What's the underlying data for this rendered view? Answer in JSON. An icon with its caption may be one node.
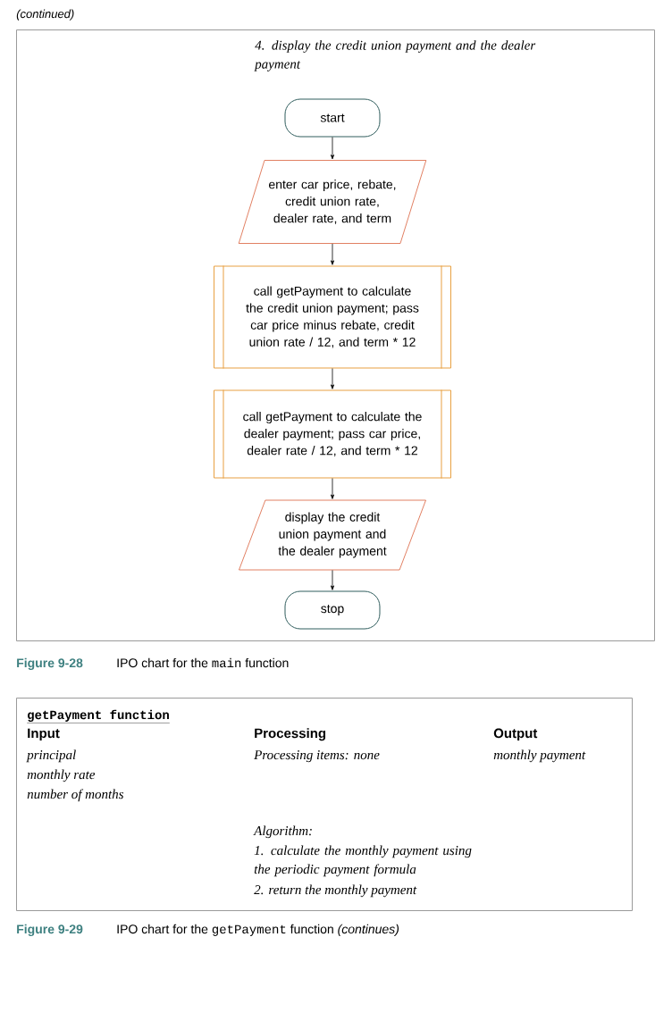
{
  "diagram": {
    "nodes": [
      {
        "text": [
          "4. display the credit union payment and the dealer payment"
        ]
      },
      {
        "text": [
          "start"
        ],
        "in": 0
      },
      {
        "text": [
          "enter car price, rebate, credit union rate, dealer rate, and term"
        ],
        "in": 0
      },
      {
        "text": [
          "call getPayment to calculate the credit union payment; pass car price minus rebate, credit union rate / 12, and term * 12"
        ],
        "in": 0
      },
      {
        "text": [
          "call getPayment to calculate the dealer payment; pass car price, dealer rate / 12, and term * 12"
        ],
        "in": 0
      },
      {
        "text": [
          "display the credit union payment and the dealer payment"
        ],
        "in": 0
      },
      {
        "text": [
          "stop"
        ],
        "in": 0
      },
      {
        "text": [
          "getPayment function",
          "Input",
          "principal",
          "monthly rate",
          "number of months",
          "Processing",
          "Processing items:  none",
          "Algorithm:",
          "1. calculate the monthly payment using the periodic payment formula",
          "2. return the monthly payment",
          "Output",
          "monthly payment"
        ]
      }
    ],
    "edges": [
      {
        "from": 1,
        "to": 2,
        "arrow": "to"
      },
      {
        "from": 2,
        "to": 3,
        "arrow": "to"
      },
      {
        "from": 3,
        "to": 4,
        "arrow": "to"
      },
      {
        "from": 4,
        "to": 5,
        "arrow": "to"
      },
      {
        "from": 5,
        "to": 6,
        "arrow": "to"
      }
    ],
    "labels": [
      "(continued)",
      "Figure 9-28",
      "IPO chart for the",
      "main",
      "function",
      "Figure 9-29",
      "IPO chart for the",
      "getPayment",
      "function",
      "(continues)"
    ]
  }
}
